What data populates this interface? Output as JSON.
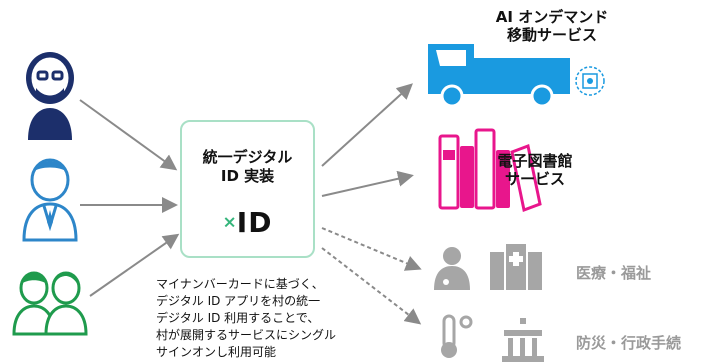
{
  "center": {
    "title_line1": "統一デジタル",
    "title_line2": "ID 実装",
    "logo_x": "×",
    "logo_id": "ID"
  },
  "caption": {
    "lines": [
      "マイナンバーカードに基づく、",
      "デジタル ID アプリを村の統一",
      "デジタル ID 利用することで、",
      "村が展開するサービスにシングル",
      "サインオンし利用可能"
    ]
  },
  "services": {
    "ai_mobility": {
      "line1": "AI オンデマンド",
      "line2": "移動サービス"
    },
    "library": {
      "line1": "電子図書館",
      "line2": "サービス"
    },
    "medical": {
      "label": "医療・福祉"
    },
    "disaster": {
      "label": "防災・行政手続"
    }
  },
  "colors": {
    "truck_blue": "#1a9ae0",
    "books_magenta": "#e8168c",
    "people_green": "#1f9b4d",
    "people_blue": "#2d86c9",
    "people_navy": "#1c2f6b",
    "accent_green": "#35b57b",
    "gray": "#a6a6a6"
  }
}
